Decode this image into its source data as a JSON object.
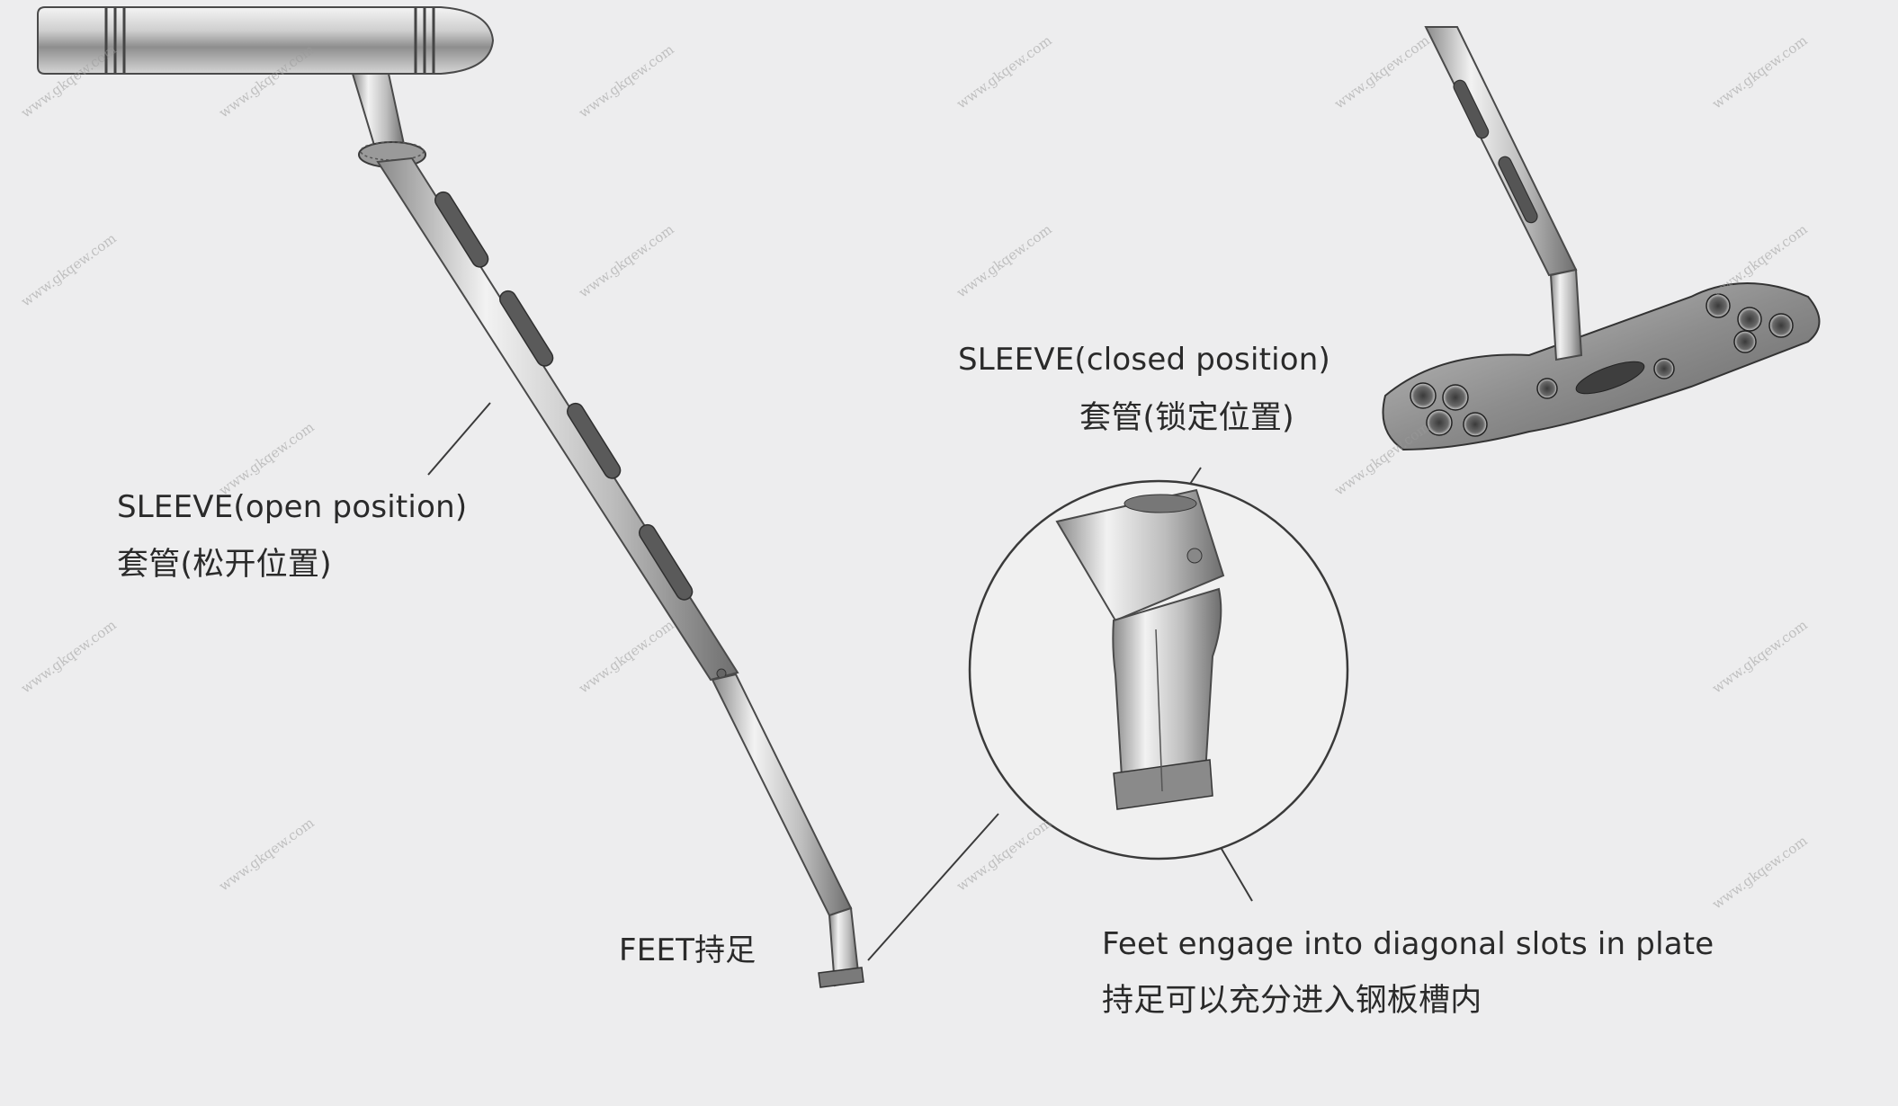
{
  "labels": {
    "sleeve_open_en": "SLEEVE(open position)",
    "sleeve_open_cn": "套管(松开位置)",
    "sleeve_closed_en": "SLEEVE(closed position)",
    "sleeve_closed_cn": "套管(锁定位置)",
    "feet": "FEET持足",
    "feet_engage_en": "Feet engage into diagonal slots in plate",
    "feet_engage_cn": "持足可以充分进入钢板槽内"
  },
  "watermark": "www.gkqew.com",
  "colors": {
    "background": "#ededee",
    "ink": "#2b2b2b",
    "metal_light": "#f2f2f2",
    "metal_dark": "#6e6e6e"
  }
}
